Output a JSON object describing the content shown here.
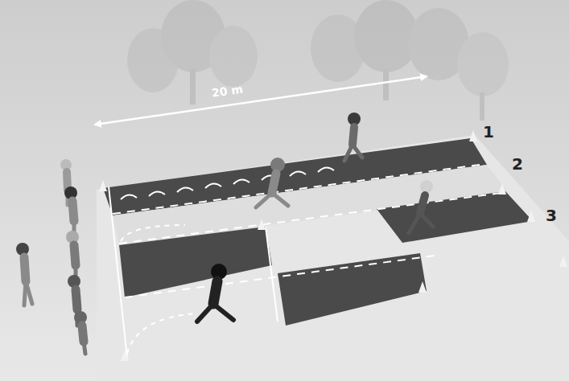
{
  "diagram": {
    "labels": [
      "20 m",
      "1",
      "2",
      "3"
    ]
  }
}
